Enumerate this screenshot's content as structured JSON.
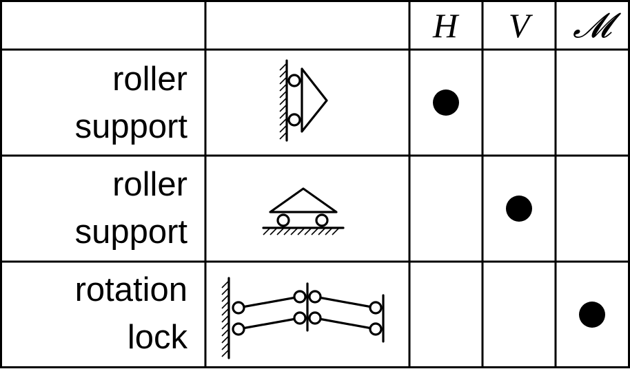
{
  "table": {
    "headers": [
      "",
      "",
      "H",
      "V",
      "𝓜"
    ],
    "rows": [
      {
        "label_line1": "roller",
        "label_line2": "support",
        "symbol_icon": "vertical-roller-support-icon",
        "marks": [
          true,
          false,
          false
        ]
      },
      {
        "label_line1": "roller",
        "label_line2": "support",
        "symbol_icon": "horizontal-roller-support-icon",
        "marks": [
          false,
          true,
          false
        ]
      },
      {
        "label_line1": "rotation",
        "label_line2": "lock",
        "symbol_icon": "rotation-lock-linkage-icon",
        "marks": [
          false,
          false,
          true
        ]
      }
    ]
  },
  "colors": {
    "line": "#000000",
    "background": "#ffffff"
  }
}
